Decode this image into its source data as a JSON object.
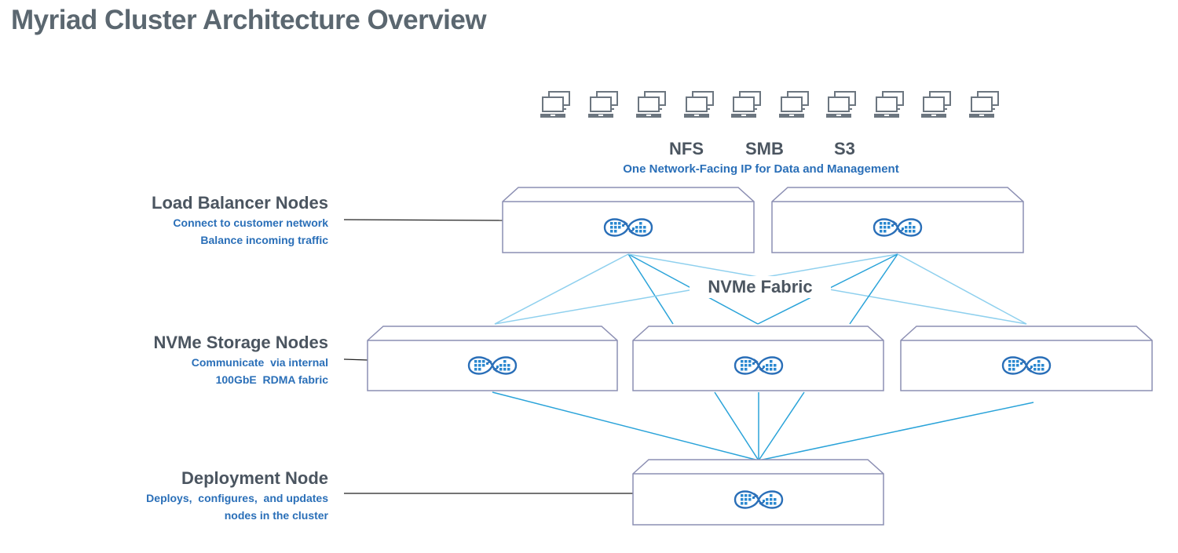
{
  "title": "Myriad Cluster Architecture Overview",
  "protocols": [
    "NFS",
    "SMB",
    "S3"
  ],
  "network_note": "One Network-Facing IP for Data and Management",
  "fabric_label": "NVMe Fabric",
  "tiers": {
    "load_balancer": {
      "title": "Load Balancer Nodes",
      "desc": [
        "Connect to customer network",
        "Balance incoming traffic"
      ]
    },
    "storage": {
      "title": "NVMe Storage Nodes",
      "desc": [
        "Communicate  via internal",
        "100GbE  RDMA fabric"
      ]
    },
    "deployment": {
      "title": "Deployment Node",
      "desc": [
        "Deploys,  configures,  and updates",
        "nodes in the cluster"
      ]
    }
  },
  "client_count": 10,
  "node_counts": {
    "load_balancer": 2,
    "storage": 3,
    "deployment": 1
  },
  "icons": {
    "client": "laptop-pair-icon",
    "node": "myriad-logo-icon"
  },
  "colors": {
    "title": "#5b6770",
    "label": "#4b5560",
    "accent": "#2a6fb8",
    "node_border": "#8c8fb3",
    "line_dark": "#2aa3d9",
    "line_light": "#8fd0ee",
    "client_icon": "#6c7680"
  }
}
